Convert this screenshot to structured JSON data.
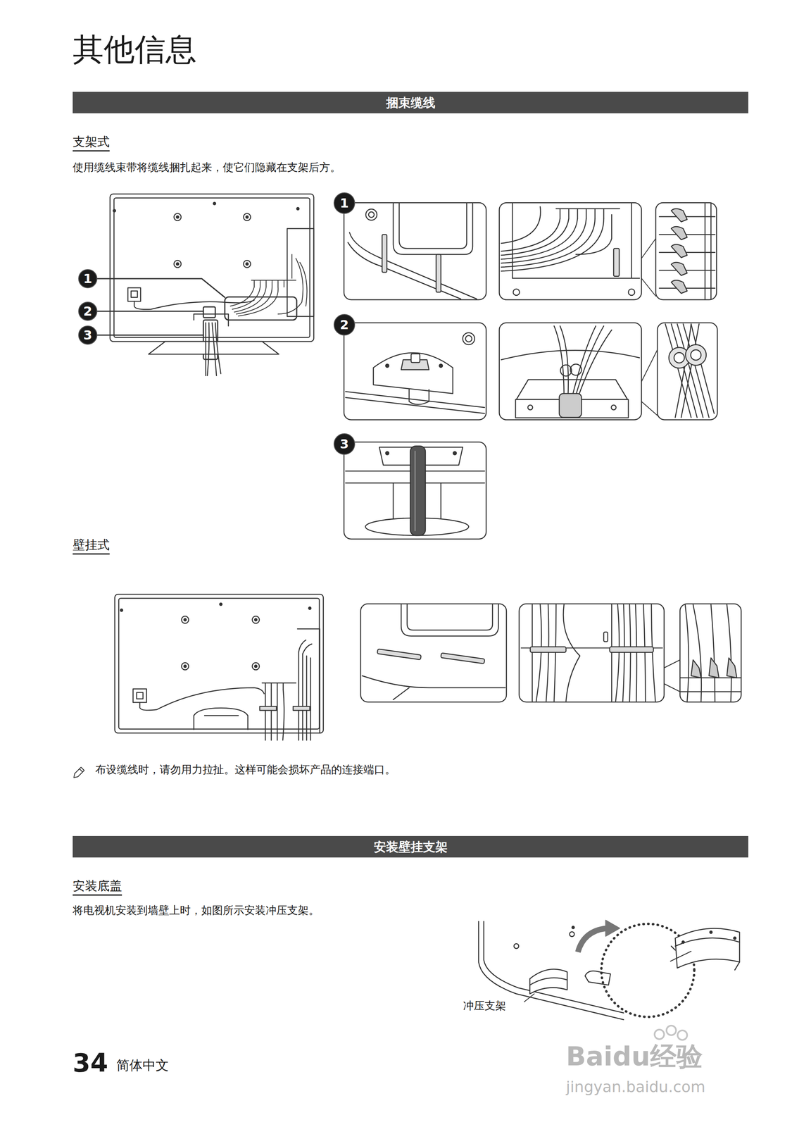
{
  "diagram": {
    "title": "其他信息",
    "nodes": [
      {
        "text": [
          "捆束缆线"
        ]
      },
      {
        "text": [
          "1"
        ]
      },
      {
        "text": [
          "2"
        ]
      },
      {
        "text": [
          "3"
        ]
      },
      {
        "text": [
          "1"
        ]
      },
      {
        "text": [
          "2"
        ]
      },
      {
        "text": [
          "3"
        ]
      },
      {
        "text": [
          "安装壁挂支架"
        ]
      }
    ],
    "labels": [
      "支架式",
      "使用缆线束带将缆线捆扎起来，使它们隐藏在支架后方。",
      "壁挂式",
      "布设缆线时，请勿用力拉扯。这样可能会损坏产品的连接端口。",
      "安装底盖",
      "将电视机安装到墙壁上时，如图所示安装冲压支架。",
      "冲压支架",
      "34",
      "简体中文",
      "Baidu经验",
      "jingyan.baidu.com"
    ]
  }
}
